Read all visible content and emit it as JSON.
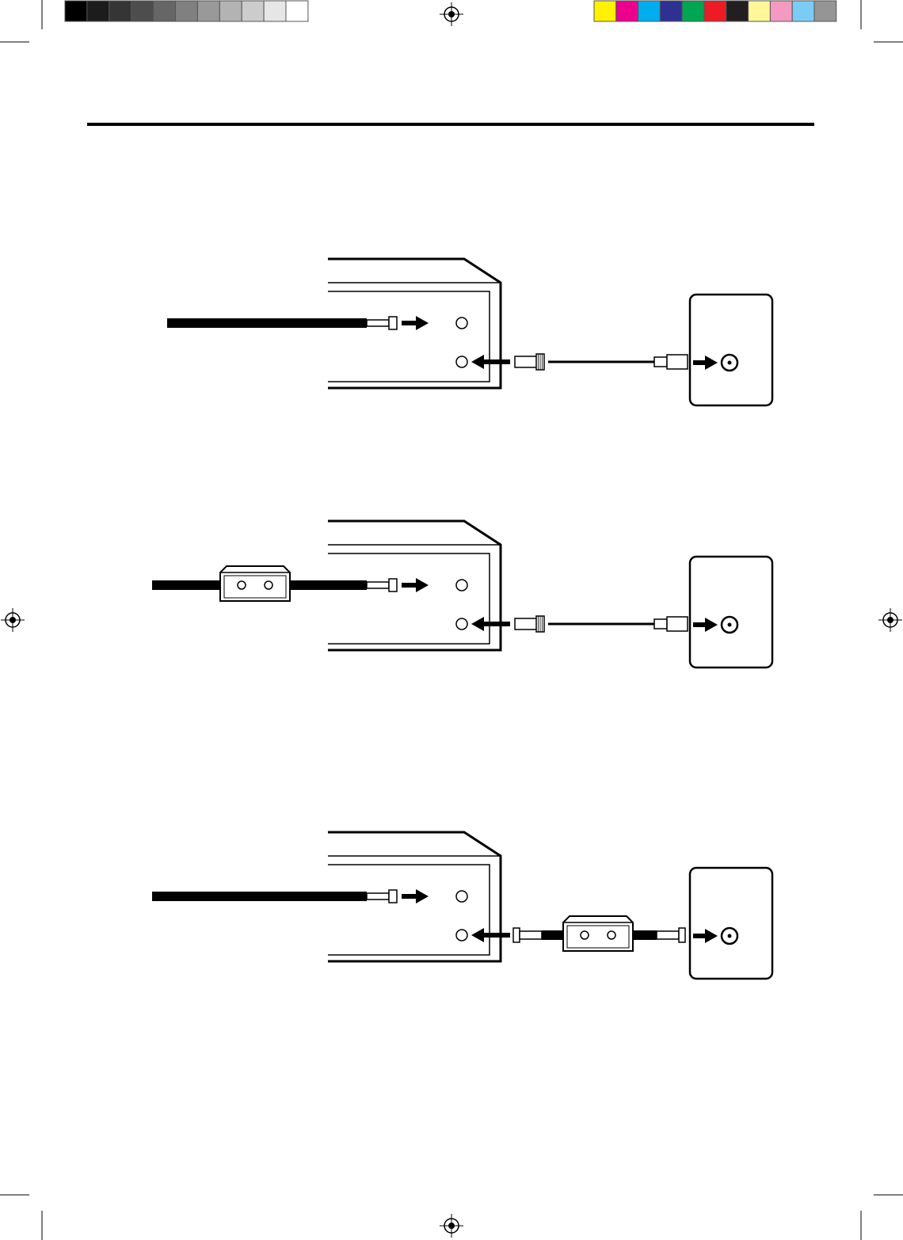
{
  "print_marks": {
    "gray_swatches": [
      "#000000",
      "#1c1c1c",
      "#353535",
      "#4d4d4d",
      "#666666",
      "#808080",
      "#999999",
      "#b3b3b3",
      "#cccccc",
      "#e6e6e6",
      "#ffffff"
    ],
    "color_swatches": [
      "#fff200",
      "#ec008c",
      "#00aeef",
      "#2e3192",
      "#00a651",
      "#ed1c24",
      "#231f20",
      "#fff799",
      "#f49ac1",
      "#7accf5",
      "#959595"
    ]
  },
  "diagrams": [
    {
      "id": "direct",
      "input_device": "none",
      "output_device": "none"
    },
    {
      "id": "input-box",
      "input_device": "box",
      "output_device": "none"
    },
    {
      "id": "output-box",
      "input_device": "none",
      "output_device": "box"
    }
  ]
}
